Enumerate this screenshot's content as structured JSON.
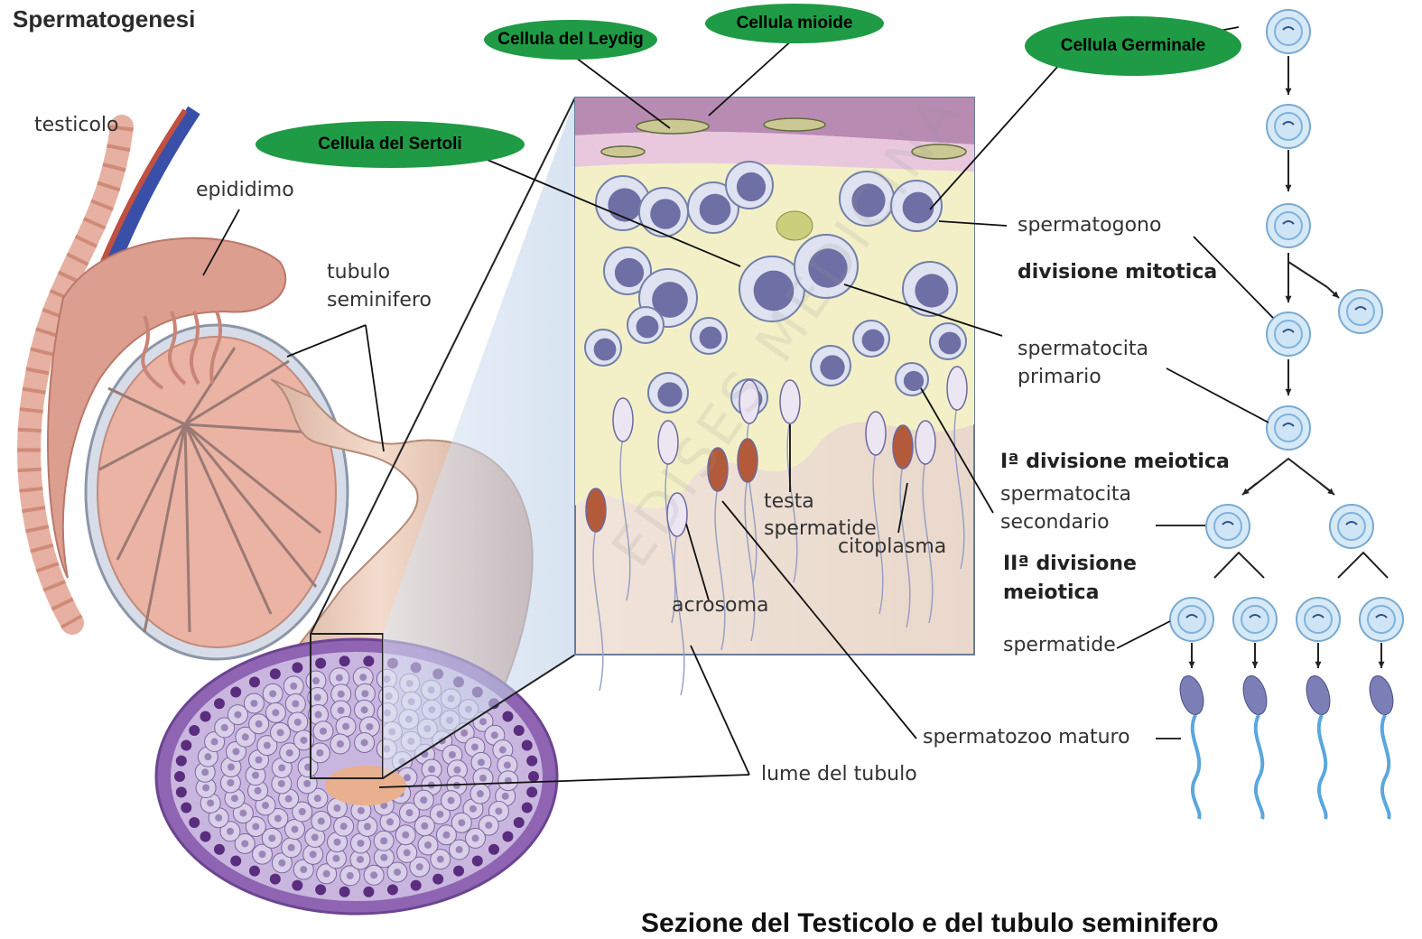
{
  "title": "Spermatogenesi",
  "bottom_title": "Sezione del Testicolo e del tubulo seminifero",
  "watermark": "EDISES MEDICINA",
  "highlight_labels": {
    "leydig": "Cellula del Leydig",
    "mioide": "Cellula mioide",
    "germinale": "Cellula Germinale",
    "sertoli": "Cellula del Sertoli"
  },
  "anatomy_labels": {
    "testicolo": "testicolo",
    "epididimo": "epididimo",
    "tubulo_line1": "tubulo",
    "tubulo_line2": "seminifero"
  },
  "detail_labels": {
    "testa": "testa",
    "spermatide": "spermatide",
    "citoplasma": "citoplasma",
    "acrosoma": "acrosoma",
    "lume": "lume del tubulo",
    "spermatozoo": "spermatozoo maturo"
  },
  "stage_labels": {
    "spermatogono": "spermatogono",
    "div_mitotica": "divisione mitotica",
    "primario_line1": "spermatocita",
    "primario_line2": "primario",
    "div_meiotica1": "Iª divisione meiotica",
    "secondario_line1": "spermatocita",
    "secondario_line2": "secondario",
    "div_meiotica2_line1": "IIª divisione",
    "div_meiotica2_line2": "meiotica",
    "spermatide": "spermatide"
  },
  "colors": {
    "pill_green": "#1f9a45",
    "cell_fill": "#d6e9f7",
    "nucleus": "#7fb3dd",
    "sperm_tail": "#5aa7dd",
    "testis_pink": "#e8a99a",
    "tubule_purple": "#a98ac5"
  }
}
